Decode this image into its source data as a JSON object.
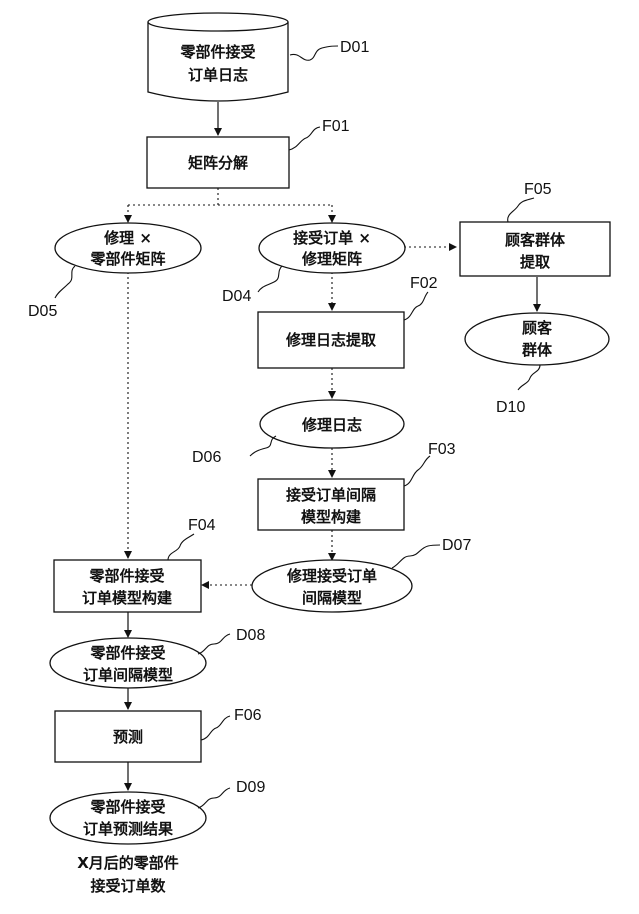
{
  "nodes": {
    "D01": {
      "ref": "D01",
      "lines": [
        "零部件接受",
        "订单日志"
      ]
    },
    "F01": {
      "ref": "F01",
      "lines": [
        "矩阵分解"
      ]
    },
    "D05": {
      "ref": "D05",
      "lines": [
        "修理 ×",
        "零部件矩阵"
      ]
    },
    "D04": {
      "ref": "D04",
      "lines": [
        "接受订单 ×",
        "修理矩阵"
      ]
    },
    "F05": {
      "ref": "F05",
      "lines": [
        "顾客群体",
        "提取"
      ]
    },
    "F02": {
      "ref": "F02",
      "lines": [
        "修理日志提取"
      ]
    },
    "D10": {
      "ref": "D10",
      "lines": [
        "顾客",
        "群体"
      ]
    },
    "D06": {
      "ref": "D06",
      "lines": [
        "修理日志"
      ]
    },
    "F03": {
      "ref": "F03",
      "lines": [
        "接受订单间隔",
        "模型构建"
      ]
    },
    "F04": {
      "ref": "F04",
      "lines": [
        "零部件接受",
        "订单模型构建"
      ]
    },
    "D07": {
      "ref": "D07",
      "lines": [
        "修理接受订单",
        "间隔模型"
      ]
    },
    "D08": {
      "ref": "D08",
      "lines": [
        "零部件接受",
        "订单间隔模型"
      ]
    },
    "F06": {
      "ref": "F06",
      "lines": [
        "预测"
      ]
    },
    "D09": {
      "ref": "D09",
      "lines": [
        "零部件接受",
        "订单预测结果"
      ]
    }
  },
  "footer": {
    "lines": [
      "X月后的零部件",
      "接受订单数"
    ]
  }
}
